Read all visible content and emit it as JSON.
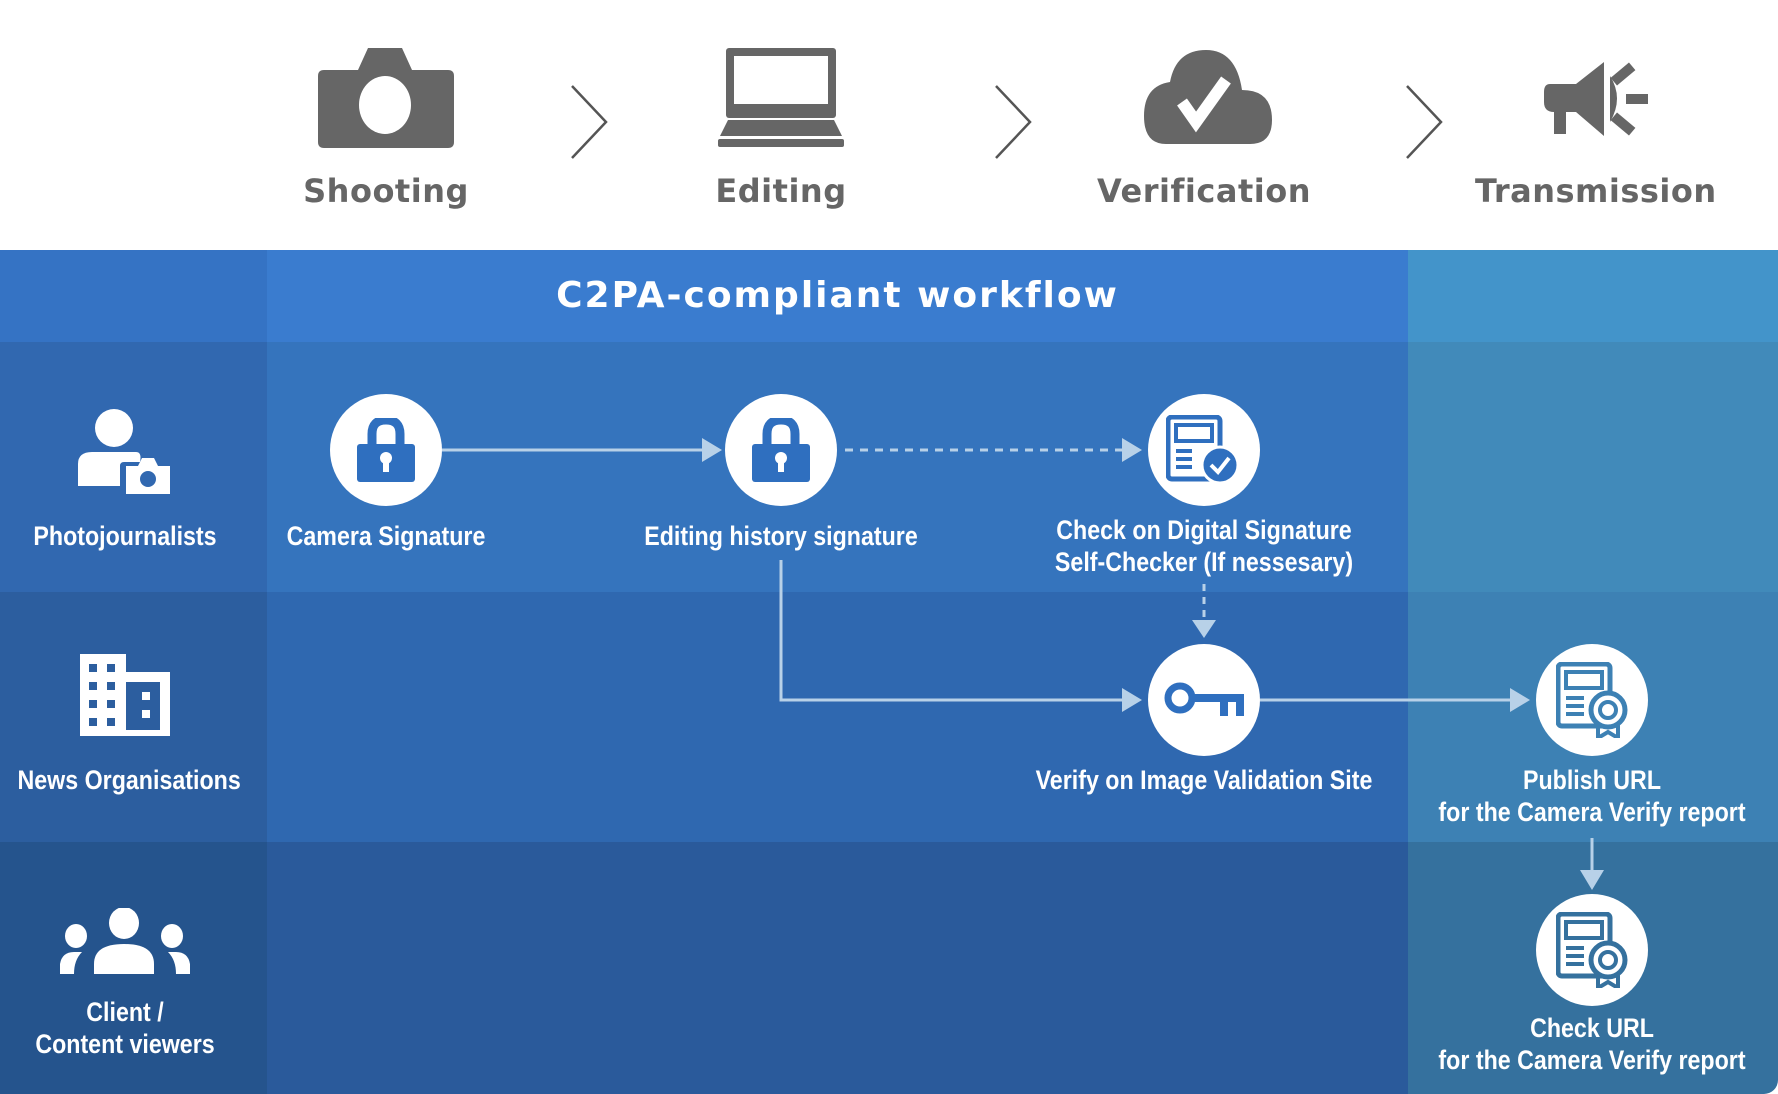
{
  "stages": [
    {
      "label": "Shooting",
      "icon": "camera-icon"
    },
    {
      "label": "Editing",
      "icon": "laptop-icon"
    },
    {
      "label": "Verification",
      "icon": "cloud-check-icon"
    },
    {
      "label": "Transmission",
      "icon": "megaphone-icon"
    }
  ],
  "workflow_title": "C2PA-compliant workflow",
  "actors": [
    {
      "label": "Photojournalists",
      "icon": "photographer-icon"
    },
    {
      "label": "News Organisations",
      "icon": "building-icon"
    },
    {
      "label_line1": "Client /",
      "label_line2": "Content viewers",
      "icon": "group-icon"
    }
  ],
  "steps": {
    "camera_signature": {
      "label": "Camera Signature",
      "icon": "lock-icon"
    },
    "editing_signature": {
      "label": "Editing history signature",
      "icon": "lock-icon"
    },
    "self_checker": {
      "label_line1": "Check on Digital Signature",
      "label_line2": "Self-Checker (If nessesary)",
      "icon": "document-check-icon"
    },
    "validation_site": {
      "label": "Verify on Image Validation Site",
      "icon": "key-icon"
    },
    "publish_url": {
      "label_line1": "Publish URL",
      "label_line2": "for the Camera Verify report",
      "icon": "certificate-icon"
    },
    "check_url": {
      "label_line1": "Check URL",
      "label_line2": "for the Camera Verify report",
      "icon": "certificate-icon"
    }
  },
  "colors": {
    "stage_gray": "#666666",
    "header_band": "#3a7ccf",
    "header_band_right": "#4394ca",
    "row1": "#3574bd",
    "row2": "#2f68b0",
    "row3": "#2a5a9b",
    "left_col_row1": "#3168b0",
    "left_col_row2": "#2c5e9f",
    "left_col_row3": "#25548d",
    "right_col_row1": "#418aba",
    "right_col_row2": "#3d81b4",
    "right_col_row3": "#35719e",
    "icon_blue": "#2f6fbf",
    "arrow": "#b8d1e8"
  }
}
